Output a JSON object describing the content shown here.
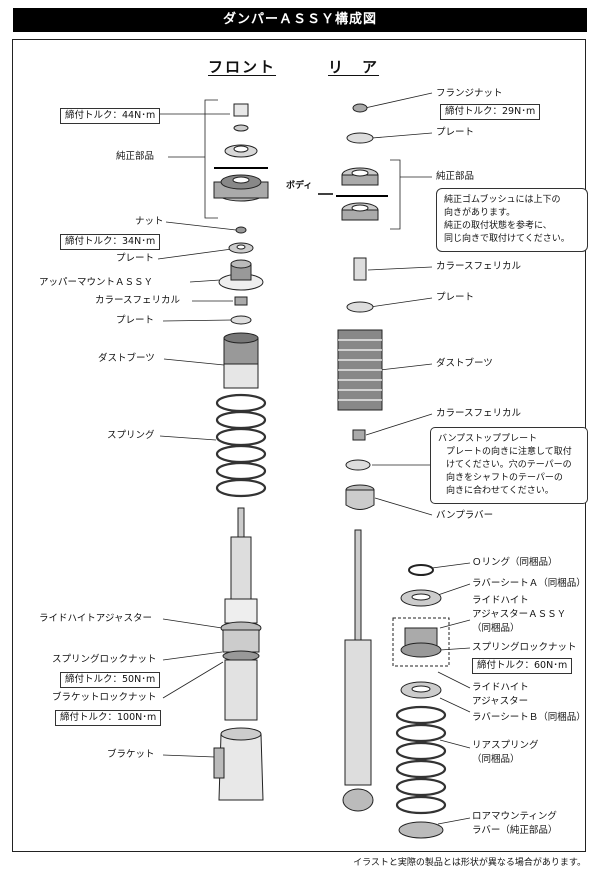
{
  "title": "ダンパーＡＳＳＹ構成図",
  "headers": {
    "front": "フロント",
    "rear": "リ　ア"
  },
  "body_label": "ボディ",
  "front": {
    "torque_44": "締付トルク：44N･m",
    "oem_parts": "純正部品",
    "nut": "ナット",
    "torque_34": "締付トルク：34N･m",
    "plate1": "プレート",
    "upper_mount": "アッパーマウントＡＳＳＹ",
    "collar": "カラースフェリカル",
    "plate2": "プレート",
    "dust_boot": "ダストブーツ",
    "spring": "スプリング",
    "ride_height": "ライドハイトアジャスター",
    "spring_lock": "スプリングロックナット",
    "torque_50": "締付トルク：50N･m",
    "bracket_lock": "ブラケットロックナット",
    "torque_100": "締付トルク：100N･m",
    "bracket": "ブラケット"
  },
  "rear": {
    "flange_nut": "フランジナット",
    "torque_29": "締付トルク：29N･m",
    "plate1": "プレート",
    "oem_parts": "純正部品",
    "note1": [
      "純正ゴムブッシュには上下の",
      "向きがあります。",
      "純正の取付状態を参考に、",
      "同じ向きで取付けてください。"
    ],
    "collar1": "カラースフェリカル",
    "plate2": "プレート",
    "dust_boot": "ダストブーツ",
    "collar2": "カラースフェリカル",
    "bump_stop_title": "バンプストッププレート",
    "note2": [
      "プレートの向きに注意して取付",
      "けてください。穴のテーパーの",
      "向きをシャフトのテーパーの",
      "向きに合わせてください。"
    ],
    "bump_rubber": "バンプラバー",
    "o_ring": "Ｏリング（同梱品）",
    "rubber_seat_a": "ラバーシートＡ（同梱品）",
    "ride_height_assy": [
      "ライドハイト",
      "アジャスターＡＳＳＹ",
      "（同梱品）"
    ],
    "spring_lock": "スプリングロックナット",
    "torque_60": "締付トルク：60N･m",
    "ride_height": [
      "ライドハイト",
      "アジャスター"
    ],
    "rubber_seat_b": "ラバーシートＢ（同梱品）",
    "rear_spring": [
      "リアスプリング",
      "（同梱品）"
    ],
    "lower_mount": [
      "ロアマウンティング",
      "ラバー（純正部品）"
    ]
  },
  "footer": "イラストと実際の製品とは形状が異なる場合があります。"
}
